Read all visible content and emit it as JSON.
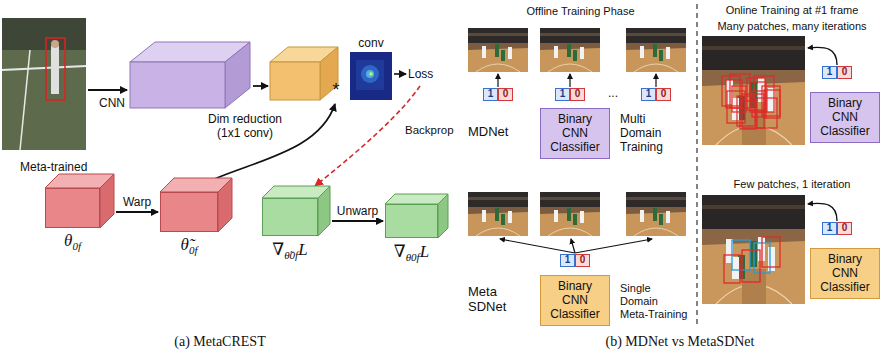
{
  "diagram": {
    "nodes": [
      {
        "text": [
          "θ",
          "0f"
        ]
      },
      {
        "text": [
          "θ̃",
          "0f"
        ]
      },
      {
        "text": [
          "∇",
          "θ̃0f",
          "L"
        ]
      },
      {
        "text": [
          "∇",
          "θ0f",
          "L"
        ]
      },
      {
        "text": [
          "1",
          "0"
        ]
      },
      {
        "text": [
          "1",
          "0"
        ]
      },
      {
        "text": [
          "1",
          "0"
        ]
      },
      {
        "text": [
          "Binary CNN Classifier"
        ]
      },
      {
        "text": [
          "1",
          "0"
        ]
      },
      {
        "text": [
          "Binary CNN Classifier"
        ]
      },
      {
        "text": [
          "1",
          "0"
        ]
      },
      {
        "text": [
          "Binary CNN Classifier"
        ]
      },
      {
        "text": [
          "1",
          "0"
        ]
      },
      {
        "text": [
          "Binary CNN Classifier"
        ]
      }
    ],
    "edges": [
      {
        "from": 0,
        "to": 1,
        "arrow": "to",
        "label": "Warp"
      },
      {
        "from": 2,
        "to": 3,
        "arrow": "to",
        "label": "Unwarp"
      }
    ],
    "labels": [
      "CNN",
      "Dim reduction (1x1 conv)",
      "conv",
      "*",
      "Loss",
      "Backprop",
      "Meta-trained",
      "(a) MetaCREST",
      "Offline Training Phase",
      "Online Training at #1 frame",
      "...",
      "MDNet",
      "Multi Domain Training",
      "Meta SDNet",
      "Single Domain Meta-Training",
      "Many patches, many iterations",
      "Few patches, 1 iteration",
      "(b) MDNet vs MetaSDNet"
    ]
  }
}
